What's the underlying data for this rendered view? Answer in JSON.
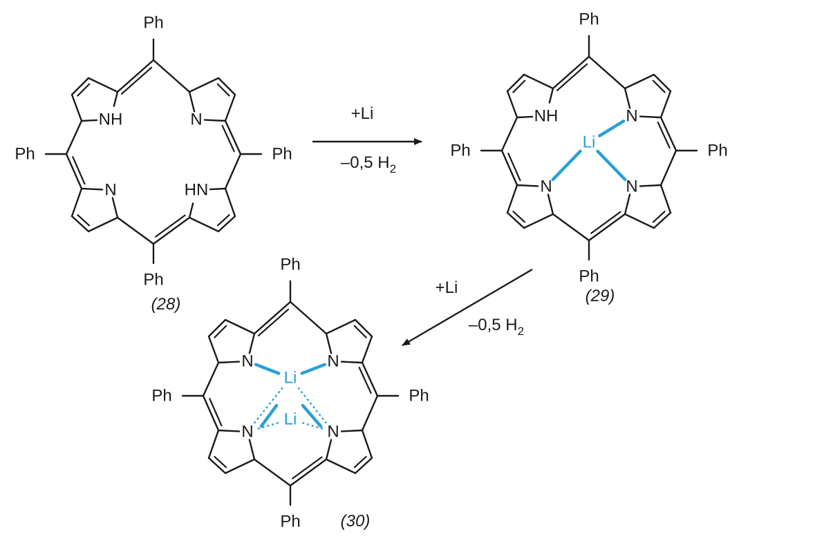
{
  "substituent": "Ph",
  "atoms": {
    "nitrogen": "N",
    "pyrrole_nh": "NH",
    "pyrrole_hn": "HN",
    "lithium": "Li"
  },
  "compounds": [
    {
      "id": "28",
      "caption": "(28)"
    },
    {
      "id": "29",
      "caption": "(29)"
    },
    {
      "id": "30",
      "caption": "(30)"
    }
  ],
  "reactions": [
    {
      "reagent": "+Li",
      "byproduct_prefix": "–0,5 H",
      "byproduct_subscript": "2"
    },
    {
      "reagent": "+Li",
      "byproduct_prefix": "–0,5 H",
      "byproduct_subscript": "2"
    }
  ],
  "colors": {
    "bond": "#1a1a1a",
    "lithium": "#2a9fd6",
    "background": "#ffffff"
  }
}
